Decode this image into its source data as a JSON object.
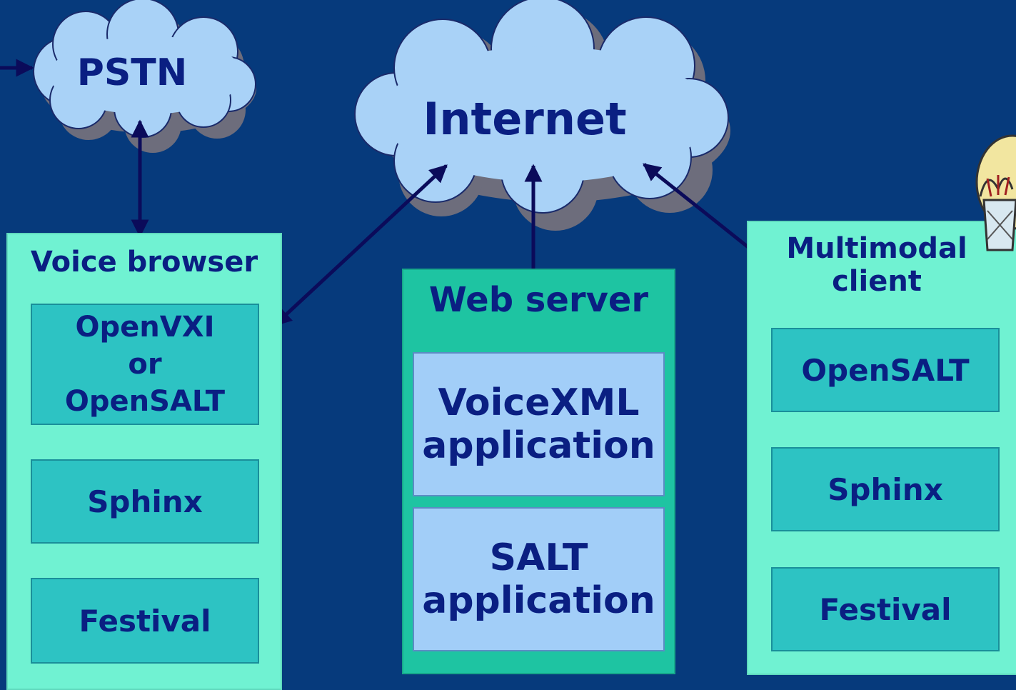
{
  "clouds": {
    "pstn": "PSTN",
    "internet": "Internet"
  },
  "voice_browser": {
    "title": "Voice browser",
    "openvxi_line1": "OpenVXI",
    "openvxi_line2": "or",
    "openvxi_line3": "OpenSALT",
    "sphinx": "Sphinx",
    "festival": "Festival"
  },
  "web_server": {
    "title": "Web server",
    "voicexml_line1": "VoiceXML",
    "voicexml_line2": "application",
    "salt_line1": "SALT",
    "salt_line2": "application"
  },
  "multimodal_client": {
    "title_line1": "Multimodal",
    "title_line2": "client",
    "opensalt": "OpenSALT",
    "sphinx": "Sphinx",
    "festival": "Festival"
  },
  "colors": {
    "background": "#063a7c",
    "cloud_fill": "#a9d2f7",
    "text": "#0a1f82",
    "arrow": "#0b0b5a"
  }
}
